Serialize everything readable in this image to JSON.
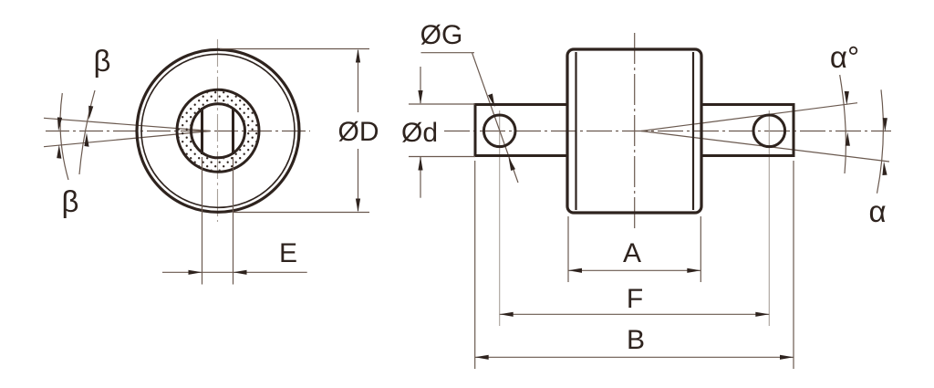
{
  "drawing": {
    "title": "bushing-technical-drawing",
    "colors": {
      "ink": "#2e231e",
      "thin_line": "#6a594f",
      "light_line": "#a8a099",
      "background": "#ffffff"
    },
    "front_view": {
      "labels": {
        "outer_diameter": "ØD",
        "slot_width": "E",
        "angle_top": "β",
        "angle_bottom": "β"
      }
    },
    "side_view": {
      "labels": {
        "pin_hole_diameter": "ØG",
        "tube_diameter": "Ød",
        "body_length": "A",
        "pin_center_distance": "F",
        "overall_length": "B",
        "angle_top": "α°",
        "angle_bottom": "α"
      }
    }
  }
}
